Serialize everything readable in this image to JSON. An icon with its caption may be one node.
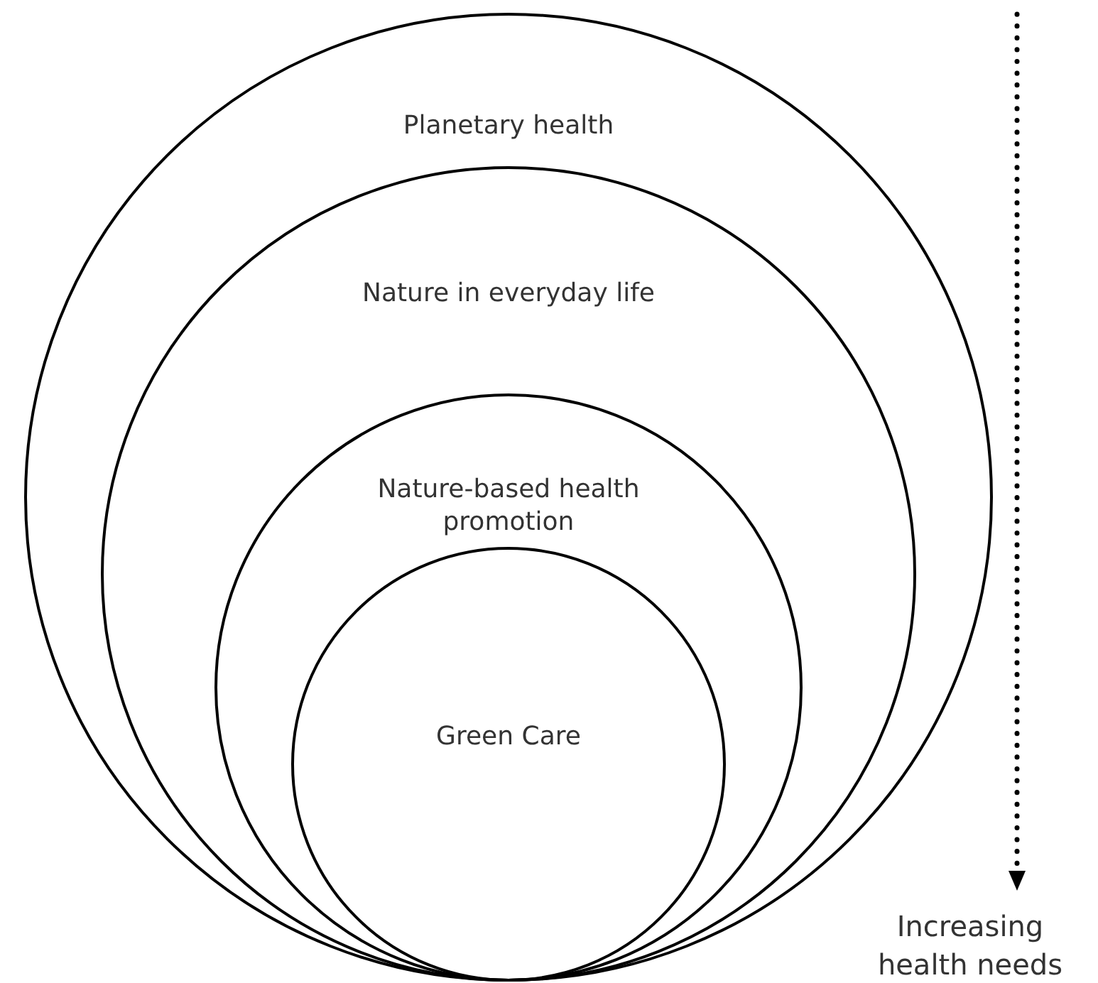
{
  "diagram": {
    "nodes": [
      {
        "text": [
          "Planetary health"
        ]
      },
      {
        "text": [
          "Nature in everyday life"
        ],
        "in": 0
      },
      {
        "text": [
          "Nature-based health promotion"
        ],
        "in": 1
      },
      {
        "text": [
          "Green Care"
        ],
        "in": 2
      }
    ],
    "edges": [],
    "labels": [
      "Increasing health needs"
    ]
  }
}
